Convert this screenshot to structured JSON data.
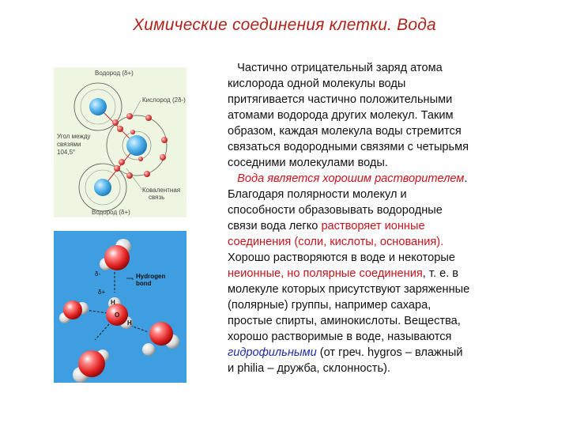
{
  "slide": {
    "title": "Химические соединения клетки. Вода"
  },
  "figure_top": {
    "labels": {
      "hydrogen_top": "Водород (δ+)",
      "oxygen": "Кислород (2δ-)",
      "angle_1": "Угол между",
      "angle_2": "связями",
      "angle_3": "104,5°",
      "covalent_1": "Ковалентная",
      "covalent_2": "связь",
      "hydrogen_bottom": "Водород (δ+)"
    }
  },
  "figure_bottom": {
    "labels": {
      "delta_minus": "δ-",
      "hydrogen_bond_1": "Hydrogen",
      "hydrogen_bond_2": "bond",
      "delta_plus": "δ+",
      "h1": "H",
      "o": "O",
      "h2": "H"
    }
  },
  "body_text": {
    "p1": [
      "   Частично отрицательный заряд атома",
      "кислорода одной молекулы воды",
      "притягивается частично положительными",
      "атомами водорода других молекул. Таким",
      "образом, каждая молекула воды стремится",
      "связаться водородными связями с четырьмя",
      "соседними молекулами воды."
    ],
    "l8_a": "   Вода является хорошим растворителем",
    "l8_b": ".",
    "l9": "Благодаря полярности молекул и",
    "l10": "способности образовывать водородные",
    "l11_a": "связи вода легко ",
    "l11_b": "растворяет ионные",
    "l12": "соединения (соли, кислоты, основания).",
    "l13": "Хорошо растворяются в воде и некоторые",
    "l14_a": "неионные, но полярные соединения",
    "l14_b": ", т. е. в",
    "l15": "молекуле которых присутствуют заряженные",
    "l16": "(полярные) группы, например сахара,",
    "l17": "простые спирты, аминокислоты. Вещества,",
    "l18": "хорошо растворимые в воде, называются",
    "l19_a": "гидрофильными",
    "l19_b": " (от греч. hygros – влажный",
    "l20": "и philia – дружба, склонность)."
  },
  "colors": {
    "title": "#b0231a",
    "highlight_red": "#c8141c",
    "highlight_blue": "#1f2fa3",
    "figure_bottom_bg": "#3f9ee0",
    "figure_top_bg": "#eef5e1"
  }
}
